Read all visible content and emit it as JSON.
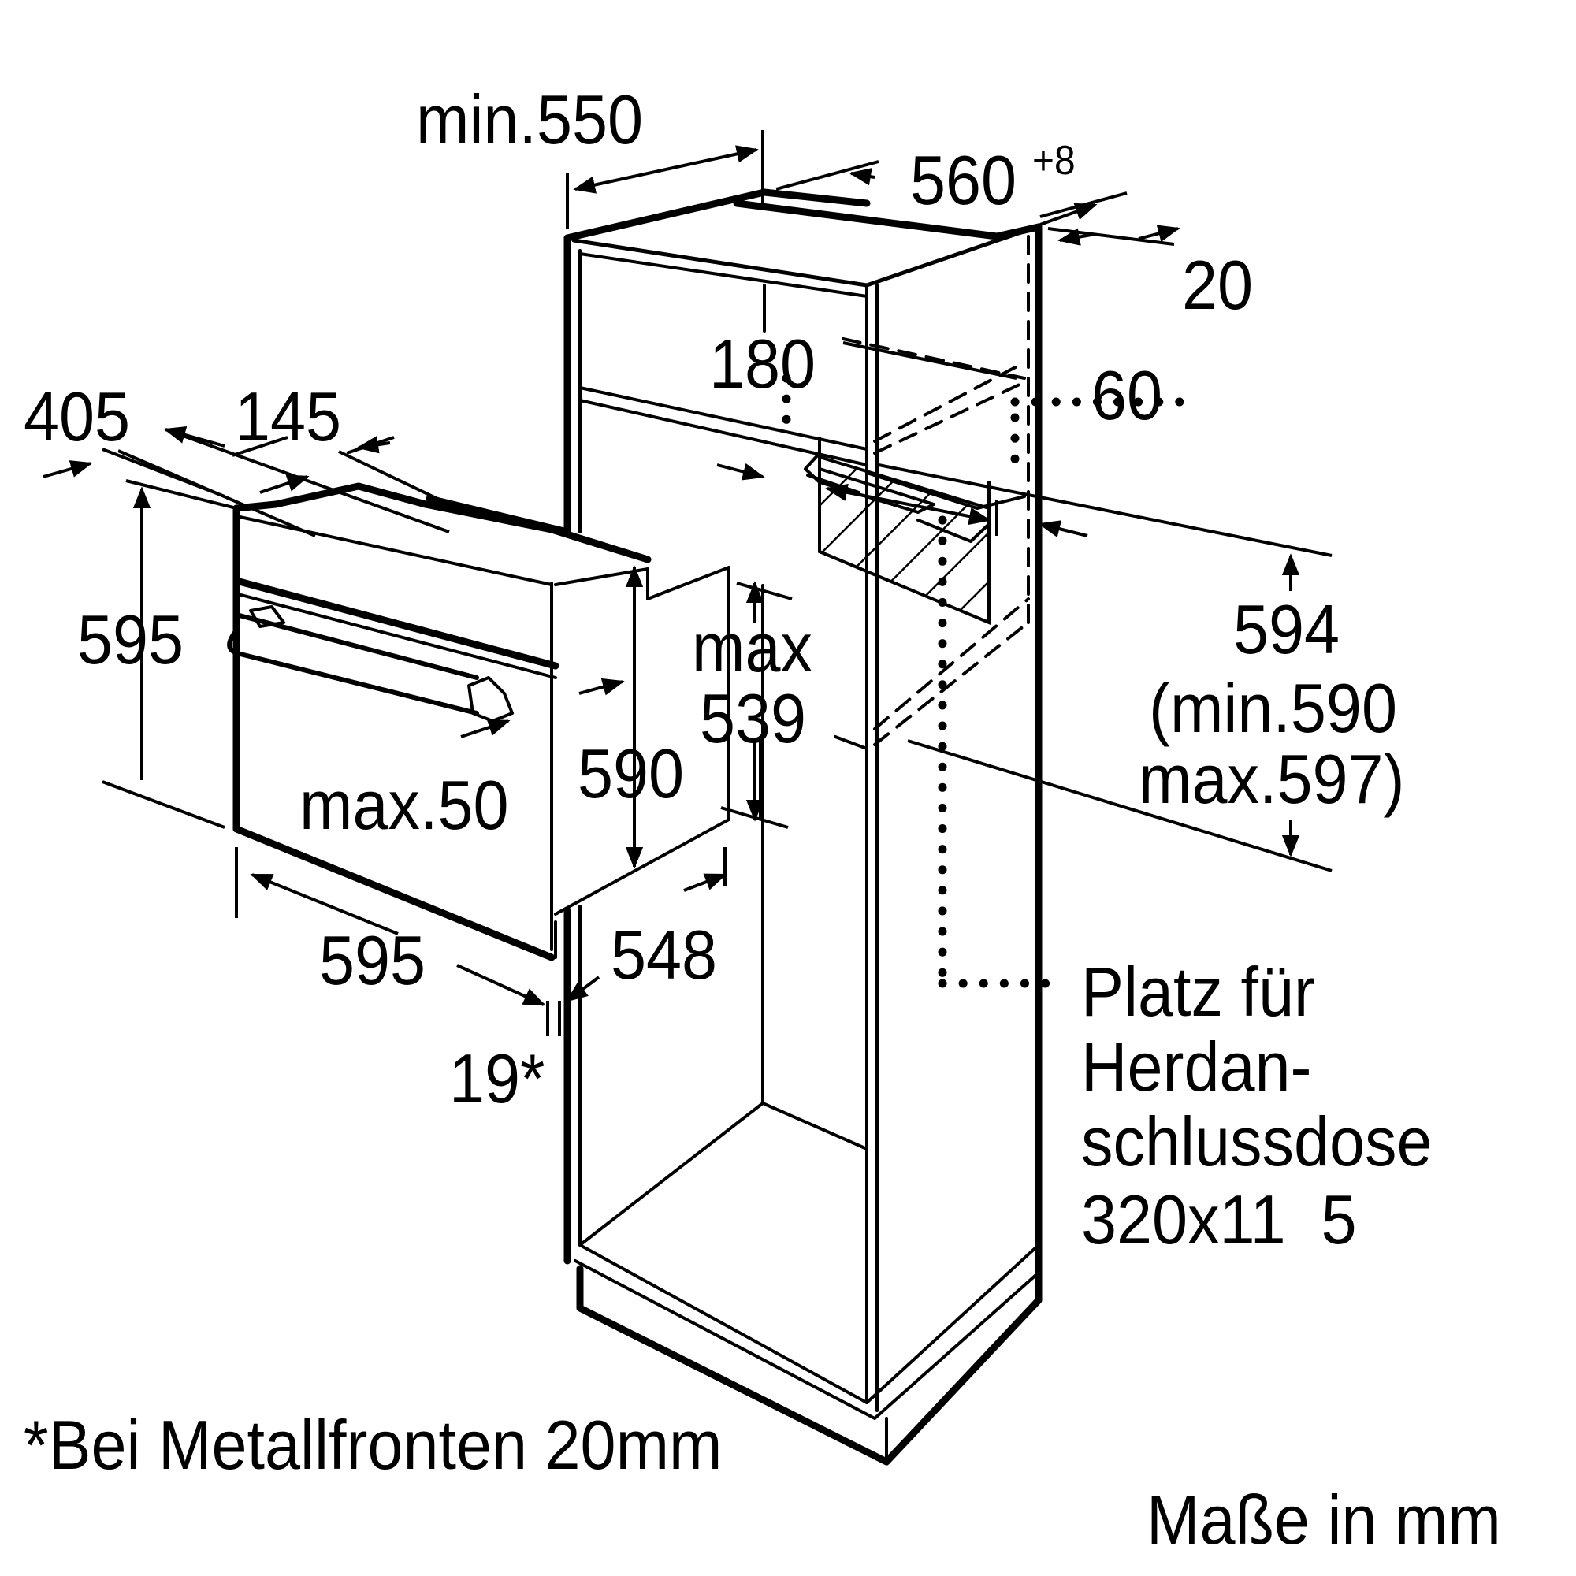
{
  "diagram": {
    "title": "Einbaumaße Backofen im Hochschrank",
    "units_note": "Maße in mm",
    "footnote": "*Bei Metallfronten 20mm",
    "colors": {
      "ink": "#000000",
      "paper": "#ffffff"
    },
    "dimensions": {
      "min_550": "min.550",
      "w_560": "560",
      "w_560_tol": "+8",
      "d_20": "20",
      "h_180": "180",
      "h_60": "60",
      "d_405": "405",
      "d_145": "145",
      "h_595_left": "595",
      "max_label": "max",
      "max_539": "539",
      "h_590": "590",
      "max_50": "max.50",
      "h_594": "594",
      "h_594_range_min": "(min.590",
      "h_594_range_max": "max.597)",
      "w_595_bottom": "595",
      "d_548": "548",
      "front_19": "19*"
    },
    "socket_note": {
      "line1": "Platz für",
      "line2": "Herdan-",
      "line3": "schlussdose",
      "line4": "320x11  5"
    }
  }
}
